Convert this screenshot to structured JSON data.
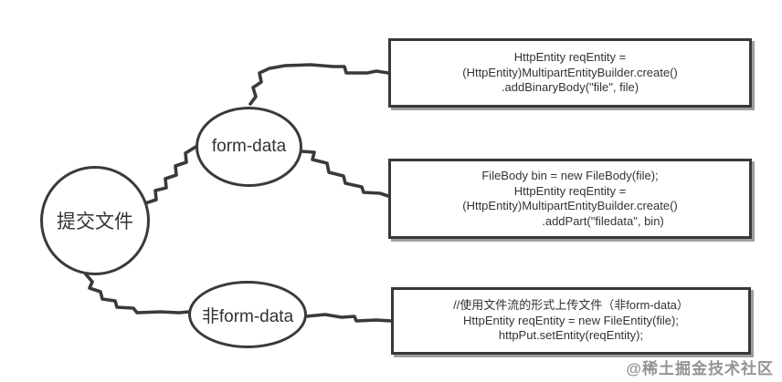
{
  "diagram": {
    "root": {
      "label": "提交文件"
    },
    "branches": [
      {
        "label": "form-data"
      },
      {
        "label": "非form-data"
      }
    ],
    "boxes": [
      {
        "lines": [
          "HttpEntity reqEntity =",
          "(HttpEntity)MultipartEntityBuilder.create()",
          ".addBinaryBody(\"file\", file)"
        ]
      },
      {
        "lines": [
          "FileBody bin = new FileBody(file);",
          "HttpEntity reqEntity =",
          "(HttpEntity)MultipartEntityBuilder.create()",
          ".addPart(\"filedata\", bin)"
        ]
      },
      {
        "lines": [
          "//使用文件流的形式上传文件（非form-data）",
          "HttpEntity reqEntity = new FileEntity(file);",
          "httpPut.setEntity(reqEntity);"
        ]
      }
    ],
    "watermark": "@稀土掘金技术社区",
    "colors": {
      "stroke": "#3a3a3a",
      "box_border": "#383838",
      "box_shadow": "#9e9e9e",
      "text": "#333333",
      "watermark": "#939393",
      "background": "#ffffff"
    }
  }
}
